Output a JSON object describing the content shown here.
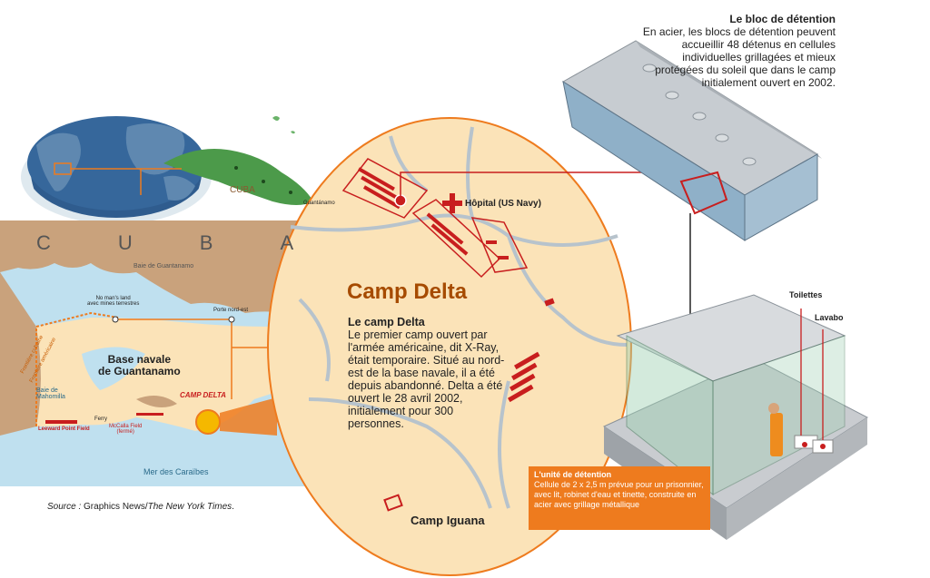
{
  "globe": {
    "cuba_label": "CUBA",
    "guantanamo_small": "Guantánamo"
  },
  "map": {
    "country_letters": [
      "C",
      "U",
      "B",
      "A"
    ],
    "bay_guantanamo": "Baie de Guantanamo",
    "no_mans_land": "No man's land\navec mines terrestres",
    "porte_nord_est": "Porte nord-est",
    "frontiere_cubaine": "Frontière cubaine",
    "frontiere_americaine": "Frontière américaine",
    "base_navale": "Base navale\nde Guantanamo",
    "baie_mahomilla": "Baie de\nMahomilla",
    "camp_delta_callout": "CAMP DELTA",
    "ferry": "Ferry",
    "leeward": "Leeward Point Field",
    "mccalla": "McCalla Field\n(fermé)",
    "mer": "Mer des Caraïbes"
  },
  "source": {
    "prefix": "Source : ",
    "body": "Graphics News/",
    "italic": "The New York Times",
    "suffix": "."
  },
  "zoom": {
    "hopital": "Hôpital (US Navy)",
    "camp_delta_title": "Camp Delta",
    "camp_iguana": "Camp Iguana",
    "delta_heading": "Le camp Delta",
    "delta_body": "Le premier camp ouvert par l'armée américaine, dit X-Ray, était temporaire. Situé au nord-est de la base navale, il a été depuis abandonné. Delta a été ouvert le 28 avril 2002, initialement pour 300 personnes."
  },
  "block": {
    "title": "Le bloc de détention",
    "body": "En acier, les blocs de détention peuvent accueillir 48 détenus en cellules individuelles grillagées et mieux protégées du soleil que dans le camp initialement ouvert en 2002."
  },
  "cell": {
    "toilettes": "Toilettes",
    "lavabo": "Lavabo",
    "unit_title": "L'unité de détention",
    "unit_body": "Cellule de 2 x 2,5 m prévue pour un prisonnier, avec lit, robinet d'eau et tinette, construite en acier avec grillage métallique"
  },
  "colors": {
    "orange": "#ee7b1e",
    "red": "#c81e1e",
    "sand": "#fbe3b8",
    "sea": "#bfe0ef",
    "land": "#c9a27c"
  }
}
